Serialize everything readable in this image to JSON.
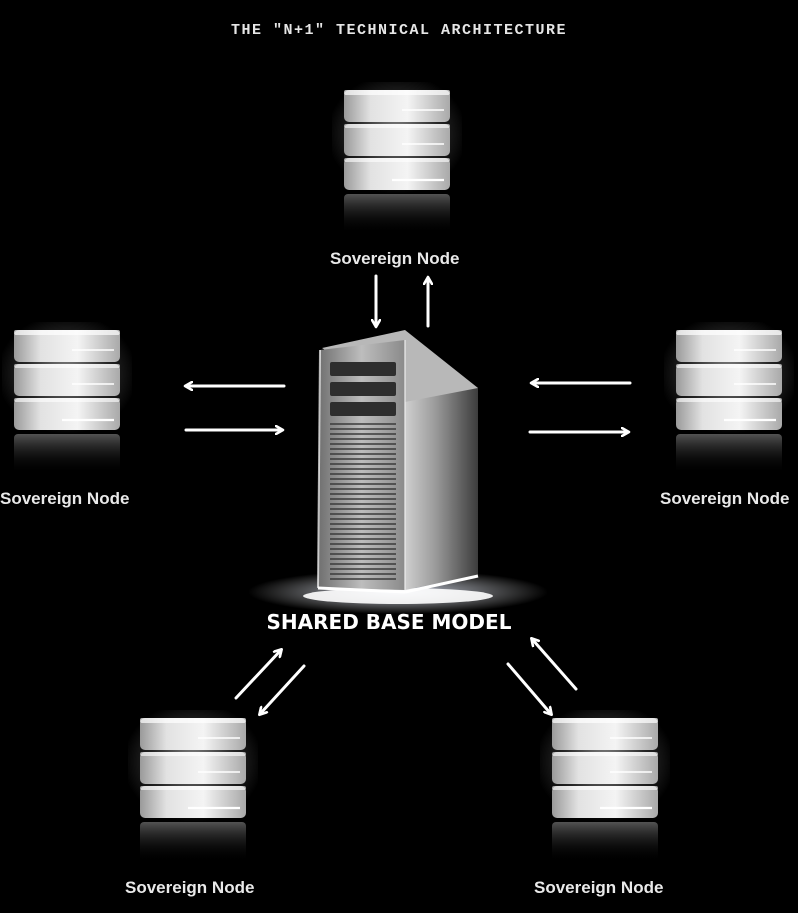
{
  "diagram": {
    "title": "THE \"N+1\" TECHNICAL ARCHITECTURE",
    "center": {
      "label": "SHARED BASE MODEL"
    },
    "nodes": [
      {
        "label": "Sovereign Node"
      },
      {
        "label": "Sovereign Node"
      },
      {
        "label": "Sovereign Node"
      },
      {
        "label": "Sovereign Node"
      },
      {
        "label": "Sovereign Node"
      }
    ],
    "colors": {
      "background": "#000000",
      "arrow": "#ffffff",
      "server_metal": "#d8d8d8",
      "glow": "#ffffff"
    }
  }
}
